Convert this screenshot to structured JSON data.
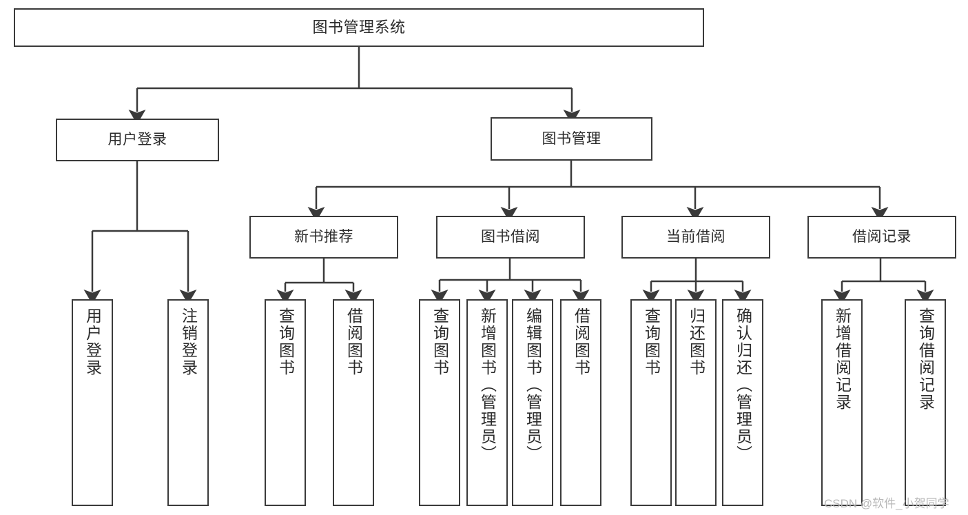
{
  "diagram": {
    "title_box": {
      "label": "图书管理系统"
    },
    "level1": [
      {
        "id": "user-login",
        "label": "用户登录"
      },
      {
        "id": "book-management",
        "label": "图书管理"
      }
    ],
    "level2": [
      {
        "id": "new-book-recommend",
        "label": "新书推荐"
      },
      {
        "id": "book-borrow",
        "label": "图书借阅"
      },
      {
        "id": "current-borrow",
        "label": "当前借阅"
      },
      {
        "id": "borrow-record",
        "label": "借阅记录"
      }
    ],
    "leaves": [
      {
        "id": "leaf-user-login",
        "label": "用户登录",
        "parent": "user-login"
      },
      {
        "id": "leaf-logout-login",
        "label": "注销登录",
        "parent": "user-login"
      },
      {
        "id": "leaf-query-book-1",
        "label": "查询图书",
        "parent": "new-book-recommend"
      },
      {
        "id": "leaf-borrow-book-1",
        "label": "借阅图书",
        "parent": "new-book-recommend"
      },
      {
        "id": "leaf-query-book-2",
        "label": "查询图书",
        "parent": "book-borrow"
      },
      {
        "id": "leaf-add-book",
        "label": "新增图书（管理员）",
        "parent": "book-borrow"
      },
      {
        "id": "leaf-edit-book",
        "label": "编辑图书（管理员）",
        "parent": "book-borrow"
      },
      {
        "id": "leaf-borrow-book-2",
        "label": "借阅图书",
        "parent": "book-borrow"
      },
      {
        "id": "leaf-query-book-3",
        "label": "查询图书",
        "parent": "current-borrow"
      },
      {
        "id": "leaf-return-book",
        "label": "归还图书",
        "parent": "current-borrow"
      },
      {
        "id": "leaf-confirm-return",
        "label": "确认归还（管理员）",
        "parent": "current-borrow"
      },
      {
        "id": "leaf-add-record",
        "label": "新增借阅记录",
        "parent": "borrow-record"
      },
      {
        "id": "leaf-query-record",
        "label": "查询借阅记录",
        "parent": "borrow-record"
      }
    ],
    "watermark": "CSDN @软件_小贺同学",
    "colors": {
      "stroke": "#3a3a3a",
      "box_fill": "#ffffff",
      "text": "#2b2b2b",
      "background": "#ffffff",
      "watermark_text": "#b9b9b9"
    }
  }
}
